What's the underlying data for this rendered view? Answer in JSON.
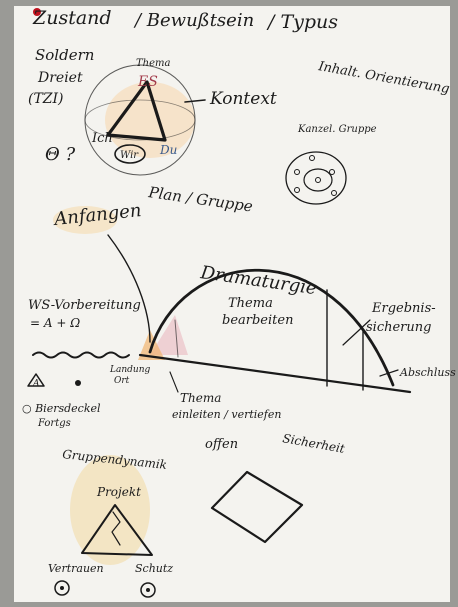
{
  "header": {
    "zustand": "Zustand",
    "bewusstsein": "/ Bewußtsein",
    "typus": "/ Typus",
    "inhalt_orientierung": "Inhalt. Orientierung"
  },
  "triangle_section": {
    "label_line1": "Soldern",
    "label_line2": "Dreiet",
    "label_year": "(TZI)",
    "vertex_top_tag": "Thema",
    "vertex_es": "ES",
    "vertex_ich": "Ich",
    "vertex_wir": "Wir",
    "vertex_du": "Du",
    "kontext": "Kontext",
    "side_mark": "Θ ?",
    "planung": "Plan / Gruppe"
  },
  "kanzel_section": {
    "label": "Kanzel. Gruppe"
  },
  "arc_section": {
    "anfangen": "Anfangen",
    "dramaturgie": "Dramaturgie",
    "thema_bearbeiten_1": "Thema",
    "thema_bearbeiten_2": "bearbeiten",
    "ergebnis_1": "Ergebnis-",
    "ergebnis_2": "sicherung",
    "abschluss": "Abschluss",
    "ws_vorbereitung_1": "WS-Vorbereitung",
    "ws_vorbereitung_2": "= A + Ω",
    "landing": "Landung",
    "landing_sub": "Ort",
    "thema_einleiten_1": "Thema",
    "thema_einleiten_2": "einleiten / vertiefen",
    "offen": "offen",
    "icon_a": "A",
    "bier_1": "○ Biersdeckel",
    "bier_2": "Fortgs"
  },
  "bottom_section": {
    "gruppendynamik": "Gruppendynamik",
    "projekt": "Projekt",
    "vertrauen": "Vertrauen",
    "schutz": "Schutz",
    "sicherheit": "Sicherheit"
  },
  "colors": {
    "ink": "#1a1a1a",
    "pink": "#d9a0a8",
    "orange": "#f0b070",
    "yellow": "#f3d9a0",
    "paper": "#f4f3ef",
    "red_dot": "#c0121e"
  }
}
